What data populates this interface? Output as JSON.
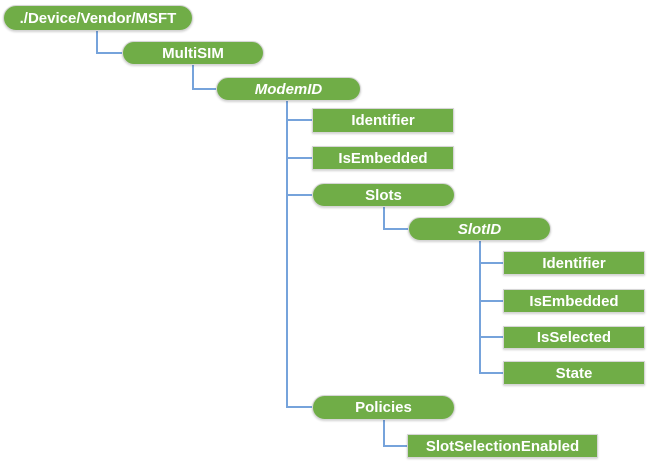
{
  "colors": {
    "node_fill": "#70AD47",
    "node_border": "#D6D6D6",
    "connector_blue": "#76A3DB",
    "label_text": "#FFFFFF",
    "background": "#FFFFFF"
  },
  "nodes": [
    {
      "label": "./Device/Vendor/MSFT",
      "shape": "rounded",
      "emphasis": "normal",
      "parent": null
    },
    {
      "label": "MultiSIM",
      "shape": "rounded",
      "emphasis": "normal",
      "parent": "./Device/Vendor/MSFT"
    },
    {
      "label": "ModemID",
      "shape": "rounded",
      "emphasis": "italic",
      "parent": "MultiSIM"
    },
    {
      "label": "Identifier",
      "shape": "rectangle",
      "emphasis": "normal",
      "parent": "ModemID"
    },
    {
      "label": "IsEmbedded",
      "shape": "rectangle",
      "emphasis": "normal",
      "parent": "ModemID"
    },
    {
      "label": "Slots",
      "shape": "rounded",
      "emphasis": "normal",
      "parent": "ModemID"
    },
    {
      "label": "SlotID",
      "shape": "rounded",
      "emphasis": "italic",
      "parent": "Slots"
    },
    {
      "label": "Identifier",
      "shape": "rectangle",
      "emphasis": "normal",
      "parent": "SlotID"
    },
    {
      "label": "IsEmbedded",
      "shape": "rectangle",
      "emphasis": "normal",
      "parent": "SlotID"
    },
    {
      "label": "IsSelected",
      "shape": "rectangle",
      "emphasis": "normal",
      "parent": "SlotID"
    },
    {
      "label": "State",
      "shape": "rectangle",
      "emphasis": "normal",
      "parent": "SlotID"
    },
    {
      "label": "Policies",
      "shape": "rounded",
      "emphasis": "normal",
      "parent": "ModemID"
    },
    {
      "label": "SlotSelectionEnabled",
      "shape": "rectangle",
      "emphasis": "normal",
      "parent": "Policies"
    }
  ]
}
